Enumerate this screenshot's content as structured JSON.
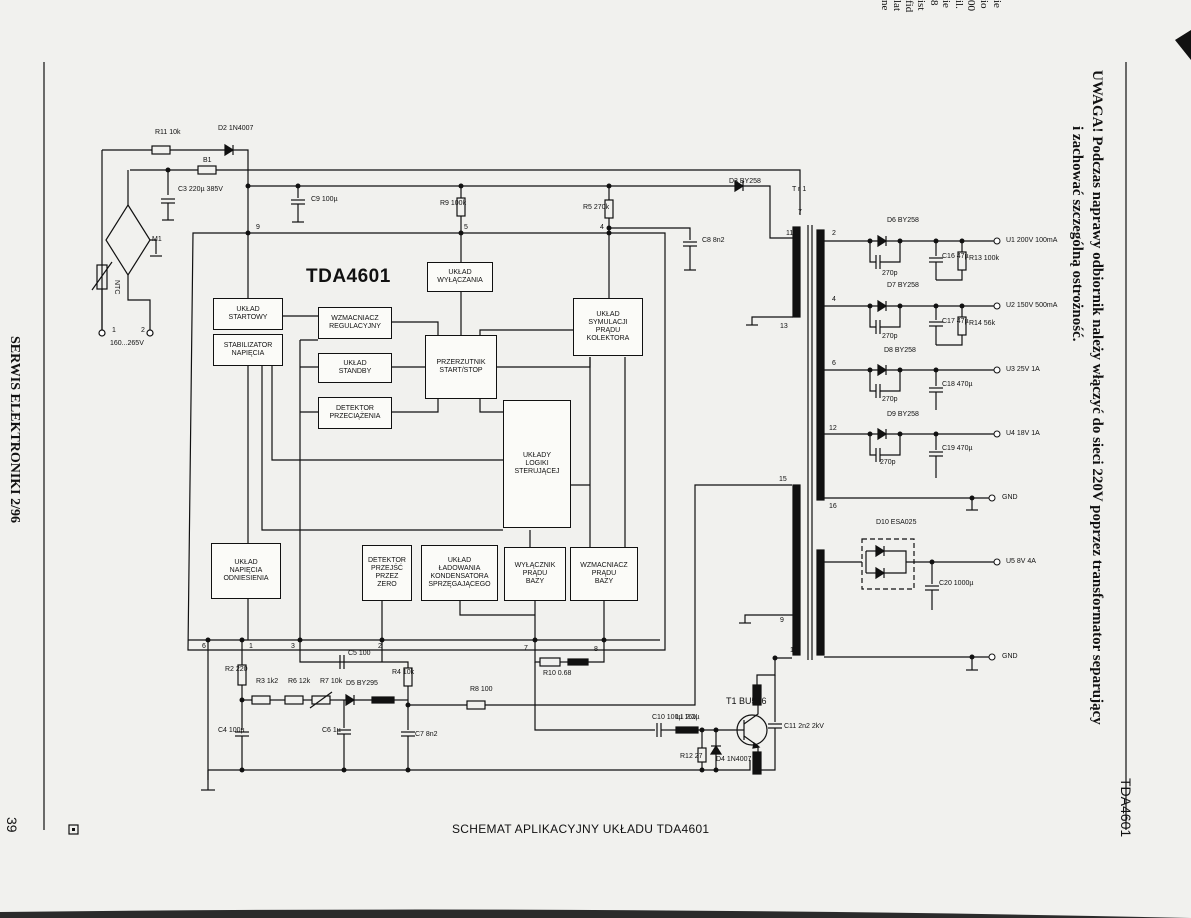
{
  "header_frag": [
    "ie",
    "io",
    "00",
    "il.",
    "ie",
    "8",
    "ist",
    "fid",
    "lat",
    "ne"
  ],
  "notice": {
    "line1": "UWAGA! Podczas naprawy odbiornik należy włączyć do sieci 220V poprzez transformator separujący",
    "line2": "i zachować szczególną ostrożność."
  },
  "side_title": "TDA4601",
  "footer": {
    "magazine": "SERWIS ELEKTRONIKI 2/96",
    "page_number": "39"
  },
  "caption": "SCHEMAT APLIKACYJNY UKŁADU TDA4601",
  "chip_name": "TDA4601",
  "blocks": {
    "wylaczania": "UKŁAD\nWYŁĄCZANIA",
    "startowy": "UKŁAD\nSTARTOWY",
    "stabilizator": "STABILIZATOR\nNAPIĘCIA",
    "wzmacniacz_reg": "WZMACNIACZ\nREGULACYJNY",
    "standby": "UKŁAD\nSTANDBY",
    "detektor_przec": "DETEKTOR\nPRZECIĄŻENIA",
    "przerzutnik": "PRZERZUTNIK\nSTART/STOP",
    "symulacji": "UKŁAD\nSYMULACJI\nPRĄDU\nKOLEKTORA",
    "logiki": "UKŁADY\nLOGIKI\nSTERUJĄCEJ",
    "napiecia_odn": "UKŁAD\nNAPIĘCIA\nODNIESIENIA",
    "detektor_zero": "DETEKTOR\nPRZEJŚĆ\nPRZEZ\nZERO",
    "ladowania": "UKŁAD\nŁADOWANIA\nKONDENSATORA\nSPRZĘGAJĄCEGO",
    "wylacznik": "WYŁĄCZNIK\nPRĄDU\nBAZY",
    "wzmacniacz_bazy": "WZMACNIACZ\nPRĄDU\nBAZY"
  },
  "labels": {
    "r11": "R11\n10k",
    "d2": "D2\n1N4007",
    "b1": "B1",
    "c3": "C3\n220µ\n385V",
    "c9": "C9\n100µ",
    "m1": "M1",
    "ntc": "NTC",
    "mains": "160...265V",
    "pin_m1": "1",
    "pin_m2": "2",
    "r9": "R9\n100k",
    "r5": "R5\n270k",
    "d3": "D3\nBY258",
    "c8": "C8\n8n2",
    "tr1": "Tr1",
    "d6": "D6\nBY258",
    "c16": "C16\n47µ",
    "r13": "R13\n100k",
    "c6_270": "270p",
    "d7": "D7\nBY258",
    "c17": "C17\n47µ",
    "r14": "R14\n56k",
    "c7_270": "270p",
    "d8": "D8\nBY258",
    "c18": "C18\n470µ",
    "c8_270": "270p",
    "d9": "D9\nBY258",
    "c19": "C19\n470µ",
    "c9_270": "270p",
    "d10": "D10\nESA025",
    "c20": "C20\n1000µ",
    "u1": "U1 200V\n100mA",
    "u2": "U2 150V\n500mA",
    "u3": "U3  25V\n1A",
    "u4": "U4  18V\n1A",
    "u5": "U5  8V\n4A",
    "gnd1": "GND",
    "gnd2": "GND",
    "r2": "R2\n220",
    "r3": "R3\n1k2",
    "r6": "R6\n12k",
    "r7": "R7\n10k",
    "d5": "D5\nBY295",
    "c5": "C5\n100",
    "r4": "R4\n10k",
    "c4": "C4\n100µ",
    "c6": "C6\n1µ",
    "c7": "C7\n8n2",
    "r8": "R8\n100",
    "r10": "R10\n0.68",
    "t1": "T1\nBU546",
    "c10": "C10\n100µ\n16V",
    "l1": "L1\n2.2µ",
    "r12": "R12\n27",
    "d4": "D4\n1N4007",
    "c11": "C11\n2n2\n2kV"
  },
  "pins": {
    "p1": "1",
    "p2": "2",
    "p3": "3",
    "p4": "4",
    "p5": "5",
    "p6": "6",
    "p7": "7",
    "p8": "8",
    "p9": "9",
    "w1": "1",
    "w2": "2",
    "w4": "4",
    "w6": "6",
    "w7": "7",
    "w9": "9",
    "w11": "11",
    "w12": "12",
    "w13": "13",
    "w15": "15",
    "w16": "16"
  }
}
